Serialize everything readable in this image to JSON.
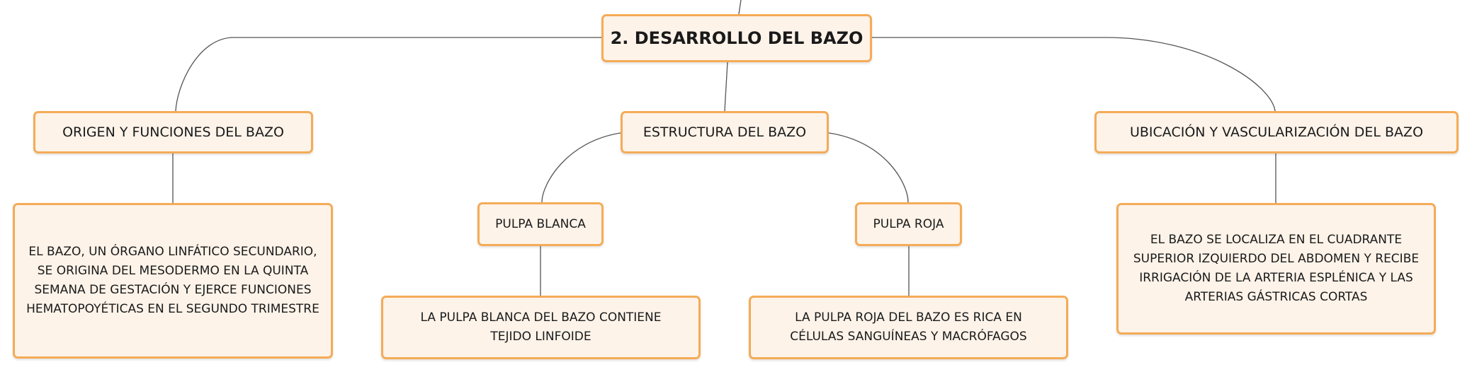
{
  "root": {
    "label": "2. DESARROLLO DEL BAZO"
  },
  "branches": {
    "origen": {
      "label": "ORIGEN Y FUNCIONES DEL BAZO",
      "detail": "EL BAZO, UN ÓRGANO LINFÁTICO SECUNDARIO, SE ORIGINA DEL MESODERMO EN LA QUINTA SEMANA DE GESTACIÓN Y EJERCE FUNCIONES HEMATOPOYÉTICAS EN EL SEGUNDO TRIMESTRE"
    },
    "estructura": {
      "label": "ESTRUCTURA DEL BAZO",
      "pulpa_blanca": {
        "label": "PULPA BLANCA",
        "detail": "LA PULPA BLANCA DEL BAZO CONTIENE TEJIDO LINFOIDE"
      },
      "pulpa_roja": {
        "label": "PULPA ROJA",
        "detail": "LA PULPA ROJA DEL BAZO ES RICA EN CÉLULAS SANGUÍNEAS Y MACRÓFAGOS"
      }
    },
    "ubicacion": {
      "label": "UBICACIÓN Y VASCULARIZACIÓN DEL BAZO",
      "detail": "EL BAZO SE LOCALIZA EN EL CUADRANTE SUPERIOR IZQUIERDO DEL ABDOMEN Y RECIBE IRRIGACIÓN DE LA ARTERIA ESPLÉNICA Y LAS ARTERIAS GÁSTRICAS CORTAS"
    }
  },
  "colors": {
    "node_fill": "#fdf3e9",
    "node_border": "#f5ab57",
    "connector": "#555555"
  }
}
